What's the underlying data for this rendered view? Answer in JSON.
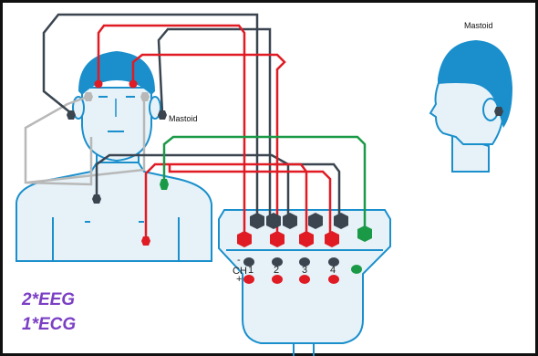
{
  "labels": {
    "mastoid_front": "Mastoid",
    "mastoid_side": "Mastoid"
  },
  "caption": {
    "line1": "2*EEG",
    "line2": "1*ECG"
  },
  "amplifier": {
    "minus": "-",
    "ch": "CH",
    "channels": [
      "1",
      "2",
      "3",
      "4"
    ],
    "plus": "+"
  },
  "colors": {
    "head_blue": "#1a8fcc",
    "skin": "#e6f2f8",
    "wire_dark": "#3a4550",
    "wire_red": "#e01b24",
    "wire_green": "#1a9a46",
    "wire_grey": "#b8b8b8",
    "caption_purple": "#7b3fc4"
  },
  "icons": [
    "eeg-electrode-icon",
    "reference-electrode-icon",
    "ecg-electrode-icon",
    "ground-electrode-icon"
  ]
}
